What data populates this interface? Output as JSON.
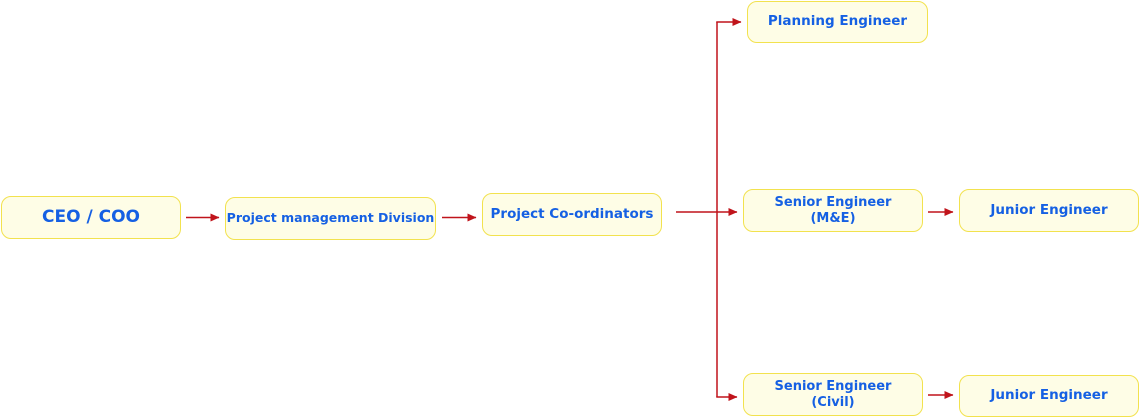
{
  "nodes": {
    "ceo": "CEO / COO",
    "pmd": "Project management Division",
    "pc": "Project Co-ordinators",
    "planning": "Planning Engineer",
    "senior_me": "Senior Engineer\n(M&E)",
    "junior_1": "Junior Engineer",
    "senior_civil": "Senior Engineer\n(Civil)",
    "junior_2": "Junior Engineer"
  },
  "colors": {
    "node_fill": "#fefde6",
    "node_border": "#f2e24e",
    "text": "#1560e3",
    "connector": "#c0141b"
  }
}
